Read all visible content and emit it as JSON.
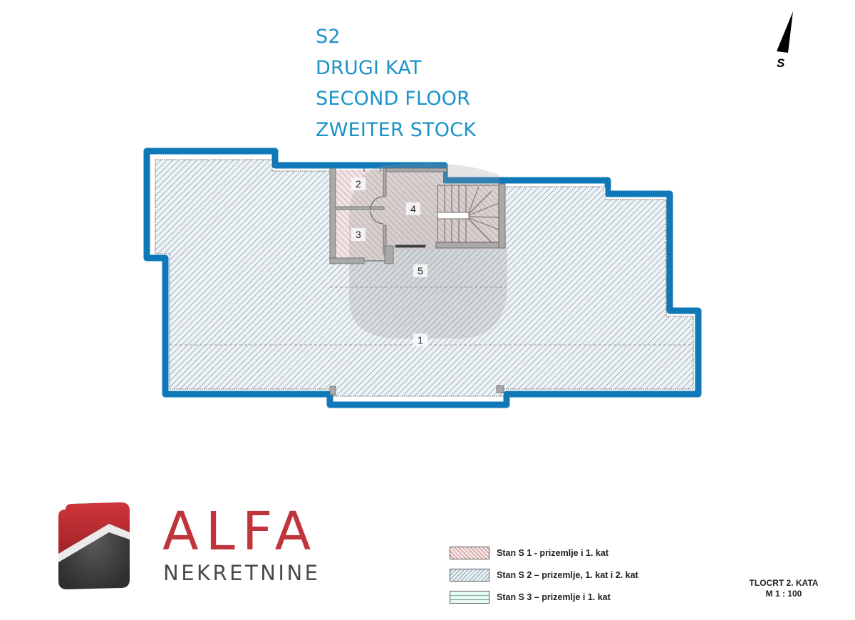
{
  "title": {
    "code": "S2",
    "line_hr": "DRUGI KAT",
    "line_en": "SECOND FLOOR",
    "line_de": "ZWEITER STOCK"
  },
  "north_arrow": {
    "icon": "north-arrow-icon",
    "label": "S"
  },
  "plan": {
    "rooms": [
      {
        "id": "1",
        "label": "1"
      },
      {
        "id": "2",
        "label": "2"
      },
      {
        "id": "3",
        "label": "3"
      },
      {
        "id": "4",
        "label": "4"
      },
      {
        "id": "5",
        "label": "5"
      }
    ],
    "colors": {
      "outer_wall": "#0f78b8",
      "inner_wall": "#a9a9a9",
      "s2_hatch": "#8fa4ad",
      "s1_hatch": "#c08a8a"
    }
  },
  "brand": {
    "name": "ALFA",
    "subtitle": "NEKRETNINE",
    "colors": {
      "red": "#c0343b",
      "dark": "#3d3d3f",
      "text_dark": "#4a4a4a"
    }
  },
  "legend": {
    "items": [
      {
        "label": "Stan S 1 - prizemlje i 1. kat",
        "pattern": "pink-diagonal-hatch"
      },
      {
        "label": "Stan S 2 – prizemlje, 1. kat i 2. kat",
        "pattern": "blue-diagonal-hatch"
      },
      {
        "label": "Stan S 3 – prizemlje i 1. kat",
        "pattern": "green-horizontal-hatch"
      }
    ]
  },
  "sheet": {
    "title": "TLOCRT 2. KATA",
    "scale": "M 1 : 100"
  }
}
